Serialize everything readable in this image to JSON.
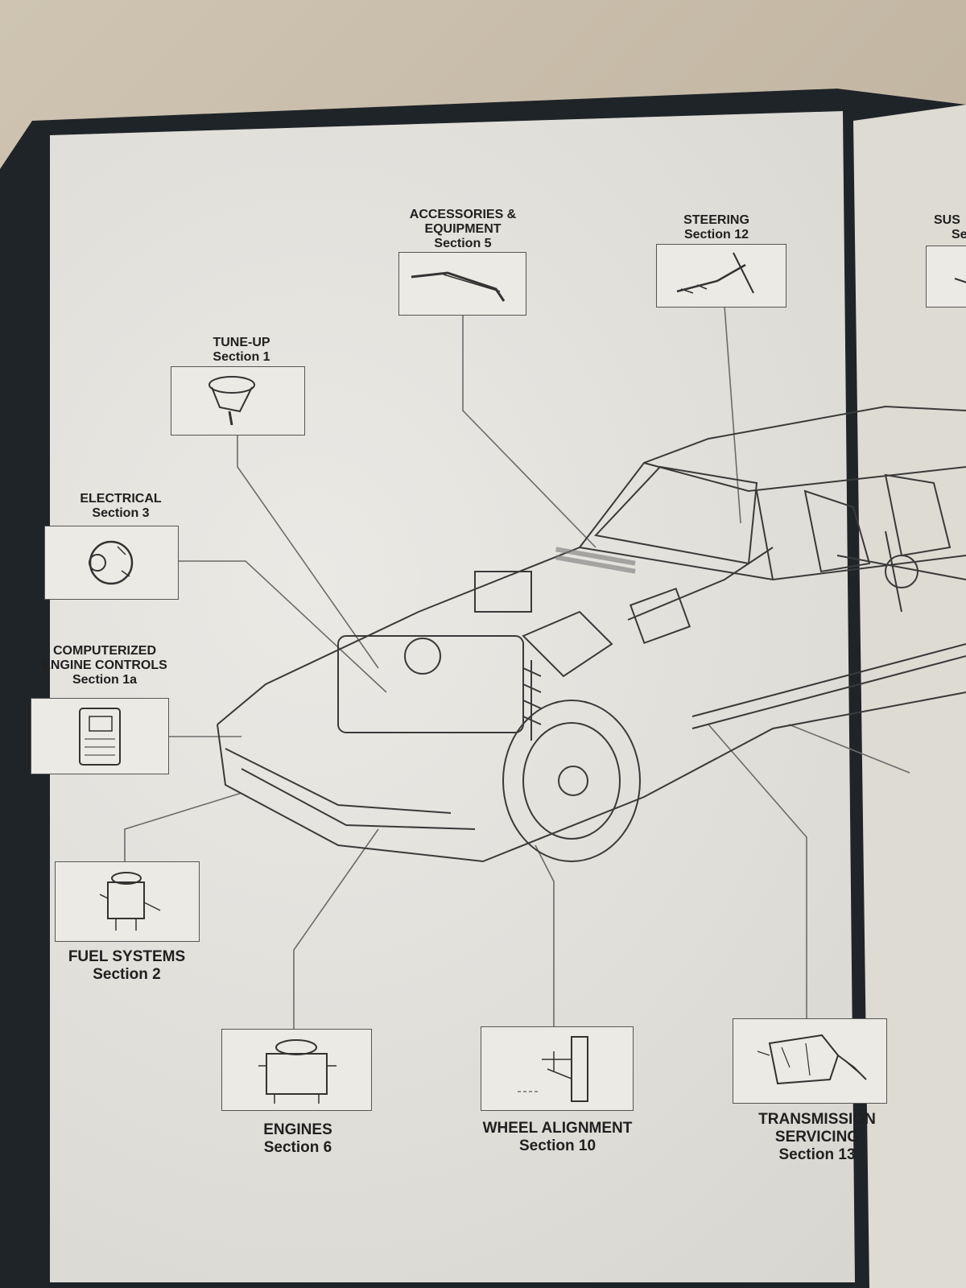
{
  "sections": {
    "accessories": {
      "title_line1": "ACCESSORIES &",
      "title_line2": "EQUIPMENT",
      "section": "Section 5",
      "icon": "wiper-blade-icon"
    },
    "steering": {
      "title": "STEERING",
      "section": "Section 12",
      "icon": "steering-column-icon"
    },
    "suspension": {
      "title_partial": "SUS",
      "section_partial": "Se",
      "icon": "suspension-icon"
    },
    "tuneup": {
      "title": "TUNE-UP",
      "section": "Section 1",
      "icon": "distributor-icon"
    },
    "electrical": {
      "title": "ELECTRICAL",
      "section": "Section 3",
      "icon": "alternator-icon"
    },
    "computerized": {
      "title_line1": "COMPUTERIZED",
      "title_line2": "ENGINE CONTROLS",
      "section": "Section 1a",
      "icon": "ecu-module-icon"
    },
    "fuel": {
      "title": "FUEL SYSTEMS",
      "section": "Section 2",
      "icon": "carburetor-icon"
    },
    "engines": {
      "title": "ENGINES",
      "section": "Section 6",
      "icon": "engine-block-icon"
    },
    "alignment": {
      "title": "WHEEL ALIGNMENT",
      "section": "Section 10",
      "icon": "wheel-alignment-icon"
    },
    "transmission": {
      "title_line1": "TRANSMISSION",
      "title_line2": "SERVICING",
      "section": "Section 13",
      "icon": "transmission-icon"
    }
  },
  "colors": {
    "page": "#e4e2dc",
    "cover": "#1f2428",
    "ink": "#202020",
    "line": "#6b6b6b"
  }
}
